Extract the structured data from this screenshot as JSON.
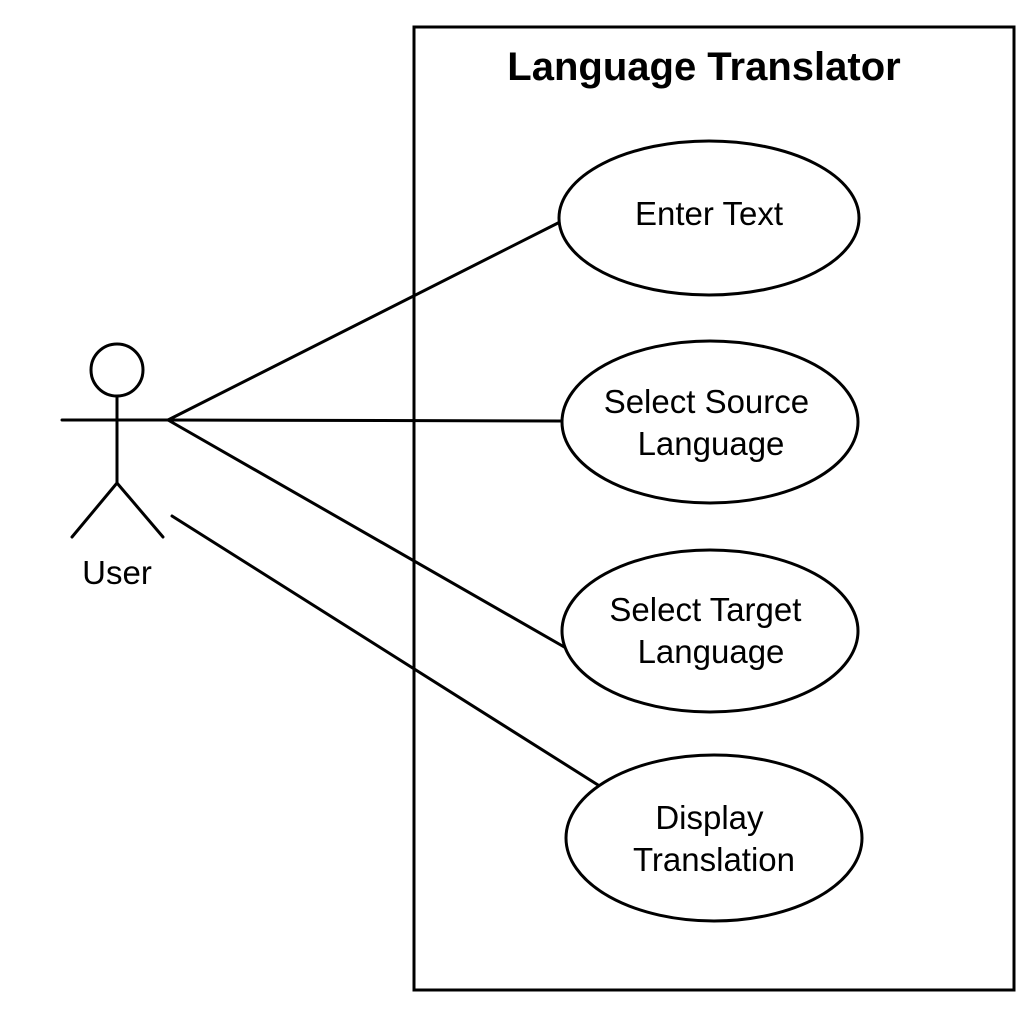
{
  "system": {
    "title": "Language Translator"
  },
  "actor": {
    "label": "User"
  },
  "use_cases": [
    {
      "lines": [
        "Enter Text"
      ]
    },
    {
      "lines": [
        "Select Source",
        "Language"
      ]
    },
    {
      "lines": [
        "Select Target",
        "Language"
      ]
    },
    {
      "lines": [
        "Display",
        "Translation"
      ]
    }
  ],
  "colors": {
    "stroke": "#000000",
    "background": "#ffffff"
  }
}
